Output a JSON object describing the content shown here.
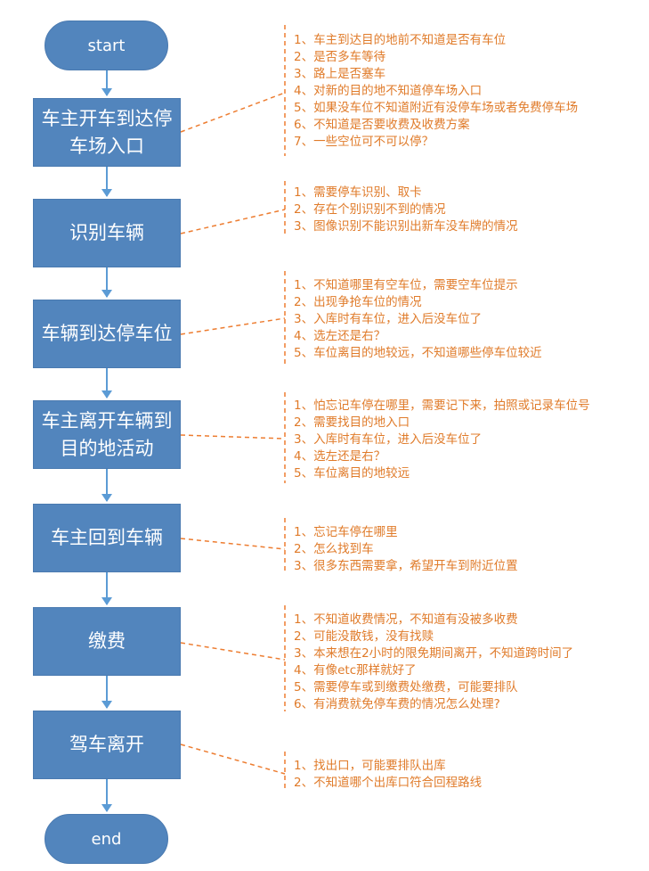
{
  "flow": {
    "start": "start",
    "end": "end",
    "steps": [
      {
        "label": "车主开车到达停车场入口",
        "notes": [
          "1、车主到达目的地前不知道是否有车位",
          "2、是否多车等待",
          "3、路上是否塞车",
          "4、对新的目的地不知道停车场入口",
          "5、如果没车位不知道附近有没停车场或者免费停车场",
          "6、不知道是否要收费及收费方案",
          "7、一些空位可不可以停？"
        ]
      },
      {
        "label": "识别车辆",
        "notes": [
          "1、需要停车识别、取卡",
          "2、存在个别识别不到的情况",
          "3、图像识别不能识别出新车没车牌的情况"
        ]
      },
      {
        "label": "车辆到达停车位",
        "notes": [
          "1、不知道哪里有空车位，需要空车位提示",
          "2、出现争抢车位的情况",
          "3、入库时有车位，进入后没车位了",
          "4、选左还是右？",
          "5、车位离目的地较远，不知道哪些停车位较近"
        ]
      },
      {
        "label": "车主离开车辆到目的地活动",
        "notes": [
          "1、怕忘记车停在哪里，需要记下来，拍照或记录车位号",
          "2、需要找目的地入口",
          "3、入库时有车位，进入后没车位了",
          "4、选左还是右？",
          "5、车位离目的地较远"
        ]
      },
      {
        "label": "车主回到车辆",
        "notes": [
          "1、忘记车停在哪里",
          "2、怎么找到车",
          "3、很多东西需要拿，希望开车到附近位置"
        ]
      },
      {
        "label": "缴费",
        "notes": [
          "1、不知道收费情况，不知道有没被多收费",
          "2、可能没散钱，没有找赎",
          "3、本来想在2小时的限免期间离开，不知道跨时间了",
          "4、有像etc那样就好了",
          "5、需要停车或到缴费处缴费，可能要排队",
          "6、有消费就免停车费的情况怎么处理?"
        ]
      },
      {
        "label": "驾车离开",
        "notes": [
          "1、找出口，可能要排队出库",
          "2、不知道哪个出库口符合回程路线"
        ]
      }
    ]
  },
  "colors": {
    "node_fill": "#5285bd",
    "arrow": "#5b9bd5",
    "note_text": "#e07b2a",
    "connector": "#ed7d31"
  }
}
